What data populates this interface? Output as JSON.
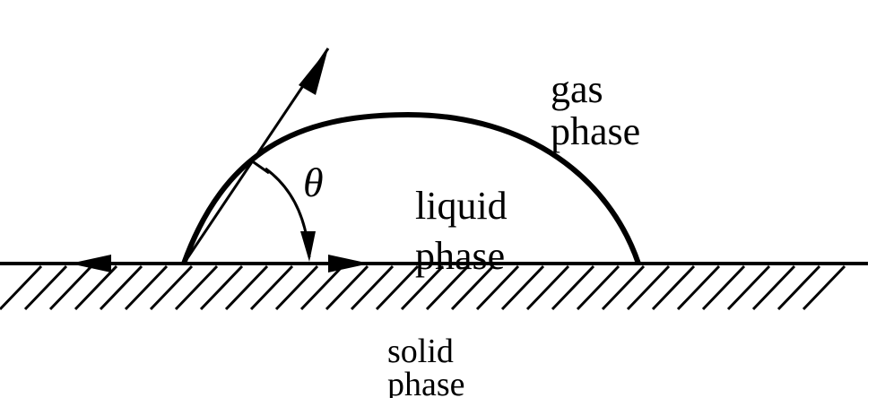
{
  "labels": {
    "gas": [
      "gas",
      "phase"
    ],
    "liquid": [
      "liquid",
      "phase"
    ],
    "solid": [
      "solid",
      "phase"
    ],
    "angle": "θ"
  },
  "colors": {
    "ink": "#000000",
    "background": "#ffffff"
  }
}
